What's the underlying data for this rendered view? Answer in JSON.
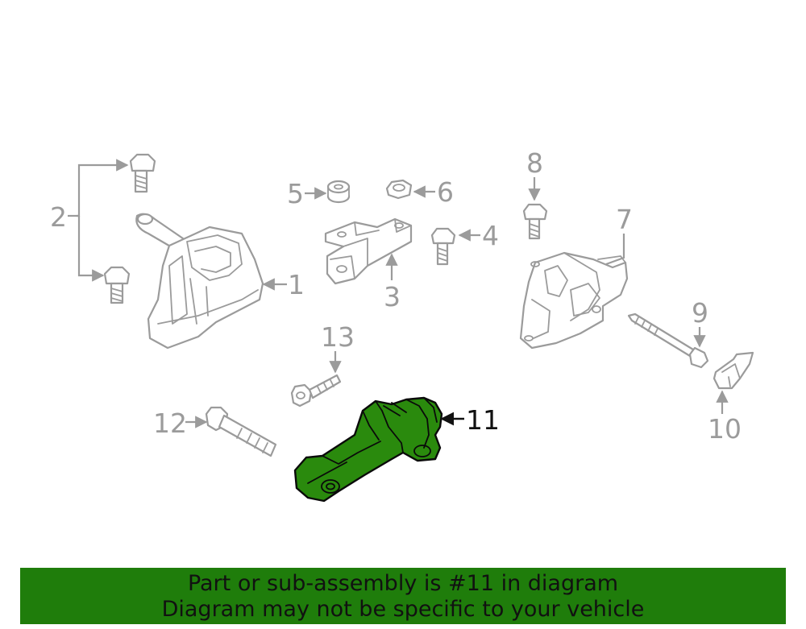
{
  "labels": {
    "l1": "1",
    "l2": "2",
    "l3": "3",
    "l4": "4",
    "l5": "5",
    "l6": "6",
    "l7": "7",
    "l8": "8",
    "l9": "9",
    "l10": "10",
    "l11": "11",
    "l12": "12",
    "l13": "13"
  },
  "highlight_color": "#2a8a0d",
  "banner": {
    "line1": "Part or sub-assembly is #11 in diagram",
    "line2": "Diagram may not be specific to your vehicle",
    "color": "#1f7d0b"
  }
}
